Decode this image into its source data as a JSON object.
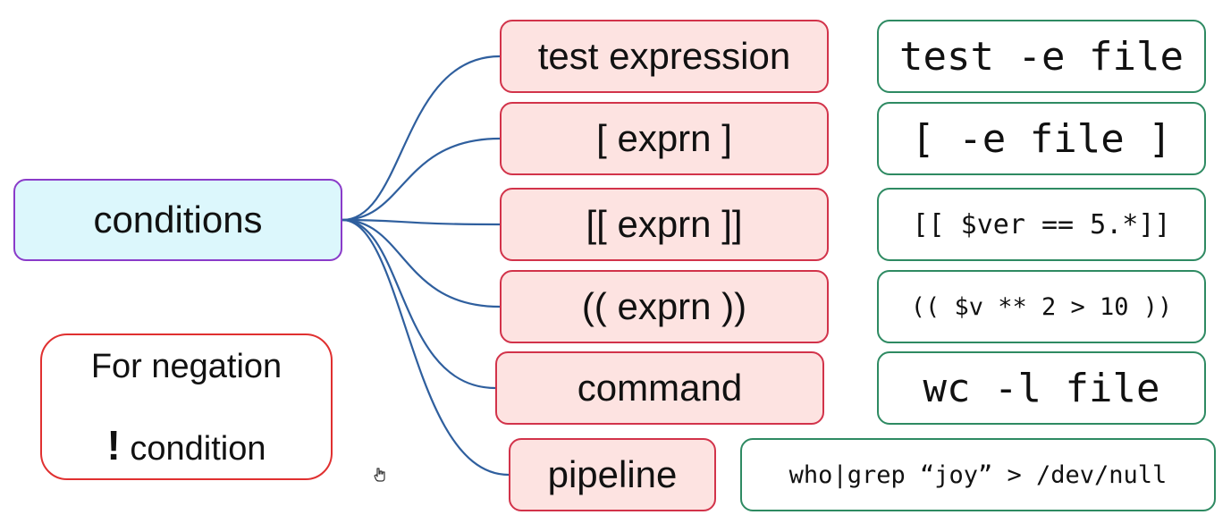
{
  "root": {
    "label": "conditions"
  },
  "branches": [
    {
      "label": "test expression",
      "example": "test -e file"
    },
    {
      "label": "[ exprn ]",
      "example": "[ -e file ]"
    },
    {
      "label": "[[ exprn ]]",
      "example": "[[ $ver == 5.*]]"
    },
    {
      "label": "(( exprn ))",
      "example": "(( $v ** 2 > 10 ))"
    },
    {
      "label": "command",
      "example": "wc -l file"
    },
    {
      "label": "pipeline",
      "example": "who|grep “joy” > /dev/null"
    }
  ],
  "note": {
    "line1": "For negation",
    "symbol": "!",
    "line2": "condition"
  },
  "colors": {
    "connector": "#2f5f9e",
    "root_fill": "#dcf7fc",
    "root_border": "#8a3bc9",
    "node_fill": "#fde3e1",
    "node_border": "#d2334a",
    "code_border": "#2e8a62",
    "note_border": "#e03030"
  },
  "icons": {
    "cursor": "hand-cursor-icon"
  }
}
